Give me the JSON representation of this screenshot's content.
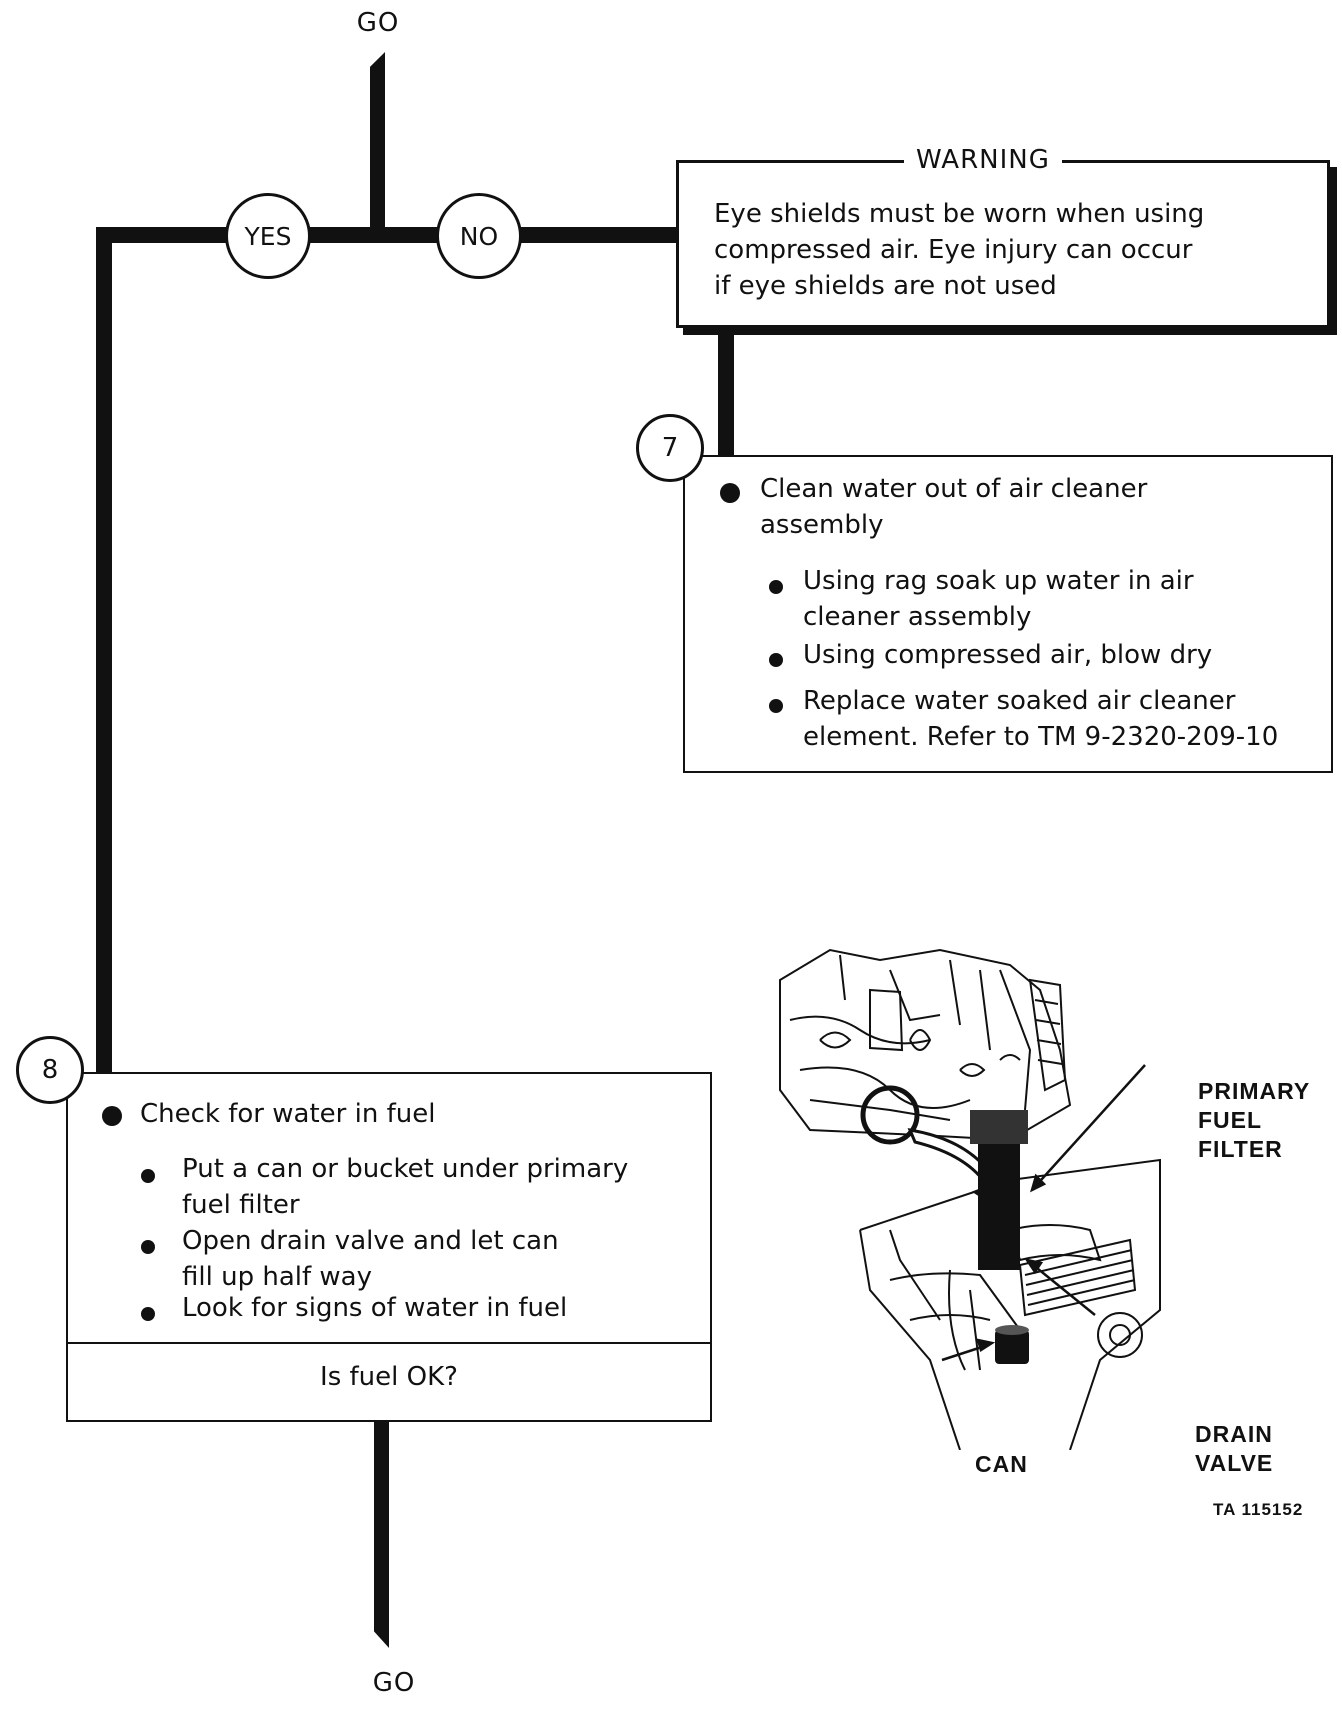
{
  "flow": {
    "top_label": "GO",
    "bottom_label": "GO",
    "yes_label": "YES",
    "no_label": "NO"
  },
  "warning": {
    "title": "WARNING",
    "lines": [
      "Eye shields must be worn when using",
      "compressed air.  Eye injury can occur",
      "if eye shields are not used"
    ]
  },
  "step7": {
    "number": "7",
    "main": [
      "Clean water out of air cleaner",
      "assembly"
    ],
    "subs": [
      [
        "Using rag soak up water in air",
        "cleaner assembly"
      ],
      [
        "Using compressed air, blow dry"
      ],
      [
        "Replace water soaked air cleaner",
        "element.  Refer to TM 9-2320-209-10"
      ]
    ]
  },
  "step8": {
    "number": "8",
    "main": "Check for water in fuel",
    "subs": [
      [
        "Put a can or bucket under primary",
        "fuel filter"
      ],
      [
        "Open drain valve and let can",
        "fill up half way"
      ],
      [
        "Look for signs of water in fuel"
      ]
    ],
    "question": "Is fuel OK?"
  },
  "illustration": {
    "labels": {
      "primary_fuel_filter": [
        "PRIMARY",
        "FUEL",
        "FILTER"
      ],
      "drain_valve": [
        "DRAIN",
        "VALVE"
      ],
      "can": "CAN"
    },
    "caption": "TA 115152"
  }
}
